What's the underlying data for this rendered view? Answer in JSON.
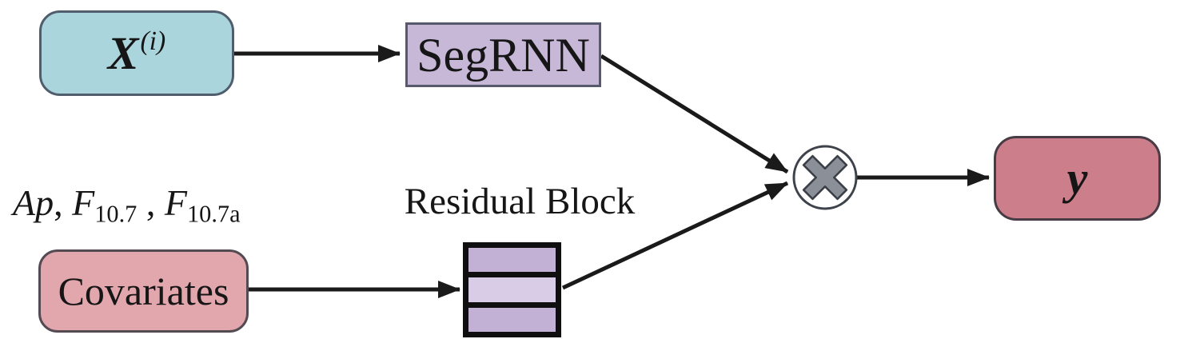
{
  "figure": {
    "type": "model-architecture-diagram",
    "description_visible_elements_only": true
  },
  "nodes": {
    "input": {
      "label_base": "X",
      "label_sup": "(i)"
    },
    "segrnn": {
      "label": "SegRNN"
    },
    "covariates": {
      "label": "Covariates"
    },
    "residual": {
      "label": "Residual Block",
      "layers_count": 3
    },
    "output": {
      "label": "y"
    }
  },
  "annotations": {
    "covariate_vars": {
      "p1": "Ap",
      "p2": ", ",
      "p3": "F",
      "sub1": "10.7",
      "p4": " , ",
      "p5": "F",
      "sub2": "10.7a"
    }
  },
  "icons": {
    "multiply": {
      "name": "multiply-icon",
      "glyph": "✕"
    }
  },
  "colors": {
    "background": "#ffffff",
    "input_fill": "#abd5dc",
    "input_border": "#4f5d6d",
    "segrnn_fill": "#c8b8d8",
    "segrnn_border": "#575a6c",
    "covariates_fill": "#e2a6ad",
    "covariates_border": "#544b52",
    "output_fill": "#cc7e8a",
    "output_border": "#473c45",
    "residual_row_fill": "#c2b1d5",
    "residual_row_mid_fill": "#d8cce6",
    "residual_frame": "#0f0f0f",
    "line_color": "#1a1a1a",
    "text_color": "#161616",
    "multiply_fill": "#8a8f98",
    "multiply_stroke": "#3a3f46",
    "circle_stroke": "#3e434b"
  }
}
